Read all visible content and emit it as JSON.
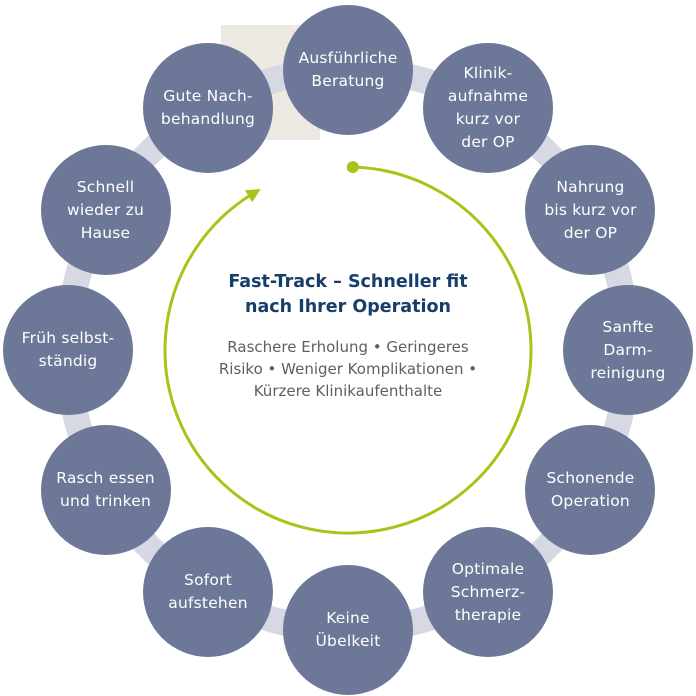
{
  "diagram": {
    "title": "Fast-Track – Schneller fit\nnach Ihrer Operation",
    "subtitle": "Raschere Erholung • Geringeres\nRisiko • Weniger Komplikationen •\nKürzere Klinikaufenthalte",
    "colors": {
      "node_fill": "#6d7797",
      "ring": "#d6d8e4",
      "accent_green": "#a5c518",
      "title": "#173e6b",
      "subtitle": "#5f5f5f",
      "highlight_block": "#ece9e2"
    },
    "steps": [
      {
        "label": "Ausführliche\nBeratung"
      },
      {
        "label": "Klinik-\naufnahme\nkurz vor\nder OP"
      },
      {
        "label": "Nahrung\nbis kurz vor\nder OP"
      },
      {
        "label": "Sanfte\nDarm-\nreinigung"
      },
      {
        "label": "Schonende\nOperation"
      },
      {
        "label": "Optimale\nSchmerz-\ntherapie"
      },
      {
        "label": "Keine\nÜbelkeit"
      },
      {
        "label": "Sofort\naufstehen"
      },
      {
        "label": "Rasch essen\nund trinken"
      },
      {
        "label": "Früh selbst-\nständig"
      },
      {
        "label": "Schnell\nwieder zu\nHause"
      },
      {
        "label": "Gute Nach-\nbehandlung"
      }
    ]
  }
}
